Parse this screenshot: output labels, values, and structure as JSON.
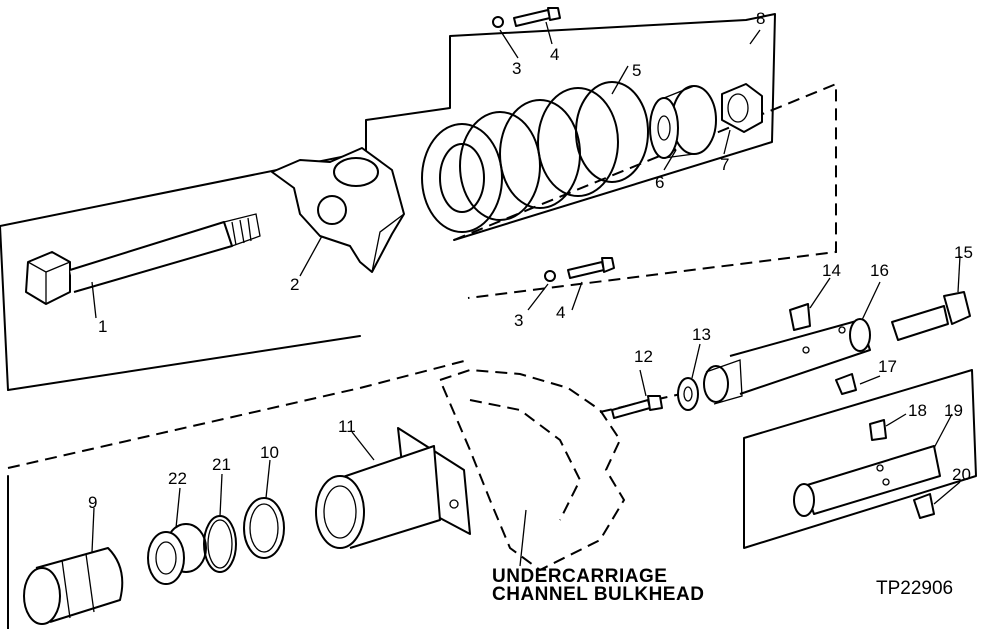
{
  "callouts": {
    "c1": "1",
    "c2": "2",
    "c3a": "3",
    "c4a": "4",
    "c3b": "3",
    "c4b": "4",
    "c5": "5",
    "c6": "6",
    "c7": "7",
    "c8": "8",
    "c9": "9",
    "c10": "10",
    "c11": "11",
    "c12": "12",
    "c13": "13",
    "c14": "14",
    "c15": "15",
    "c16": "16",
    "c17": "17",
    "c18": "18",
    "c19": "19",
    "c20": "20",
    "c21": "21",
    "c22": "22"
  },
  "caption": {
    "line1": "UNDERCARRIAGE",
    "line2": "CHANNEL BULKHEAD"
  },
  "figure_id": "TP22906"
}
